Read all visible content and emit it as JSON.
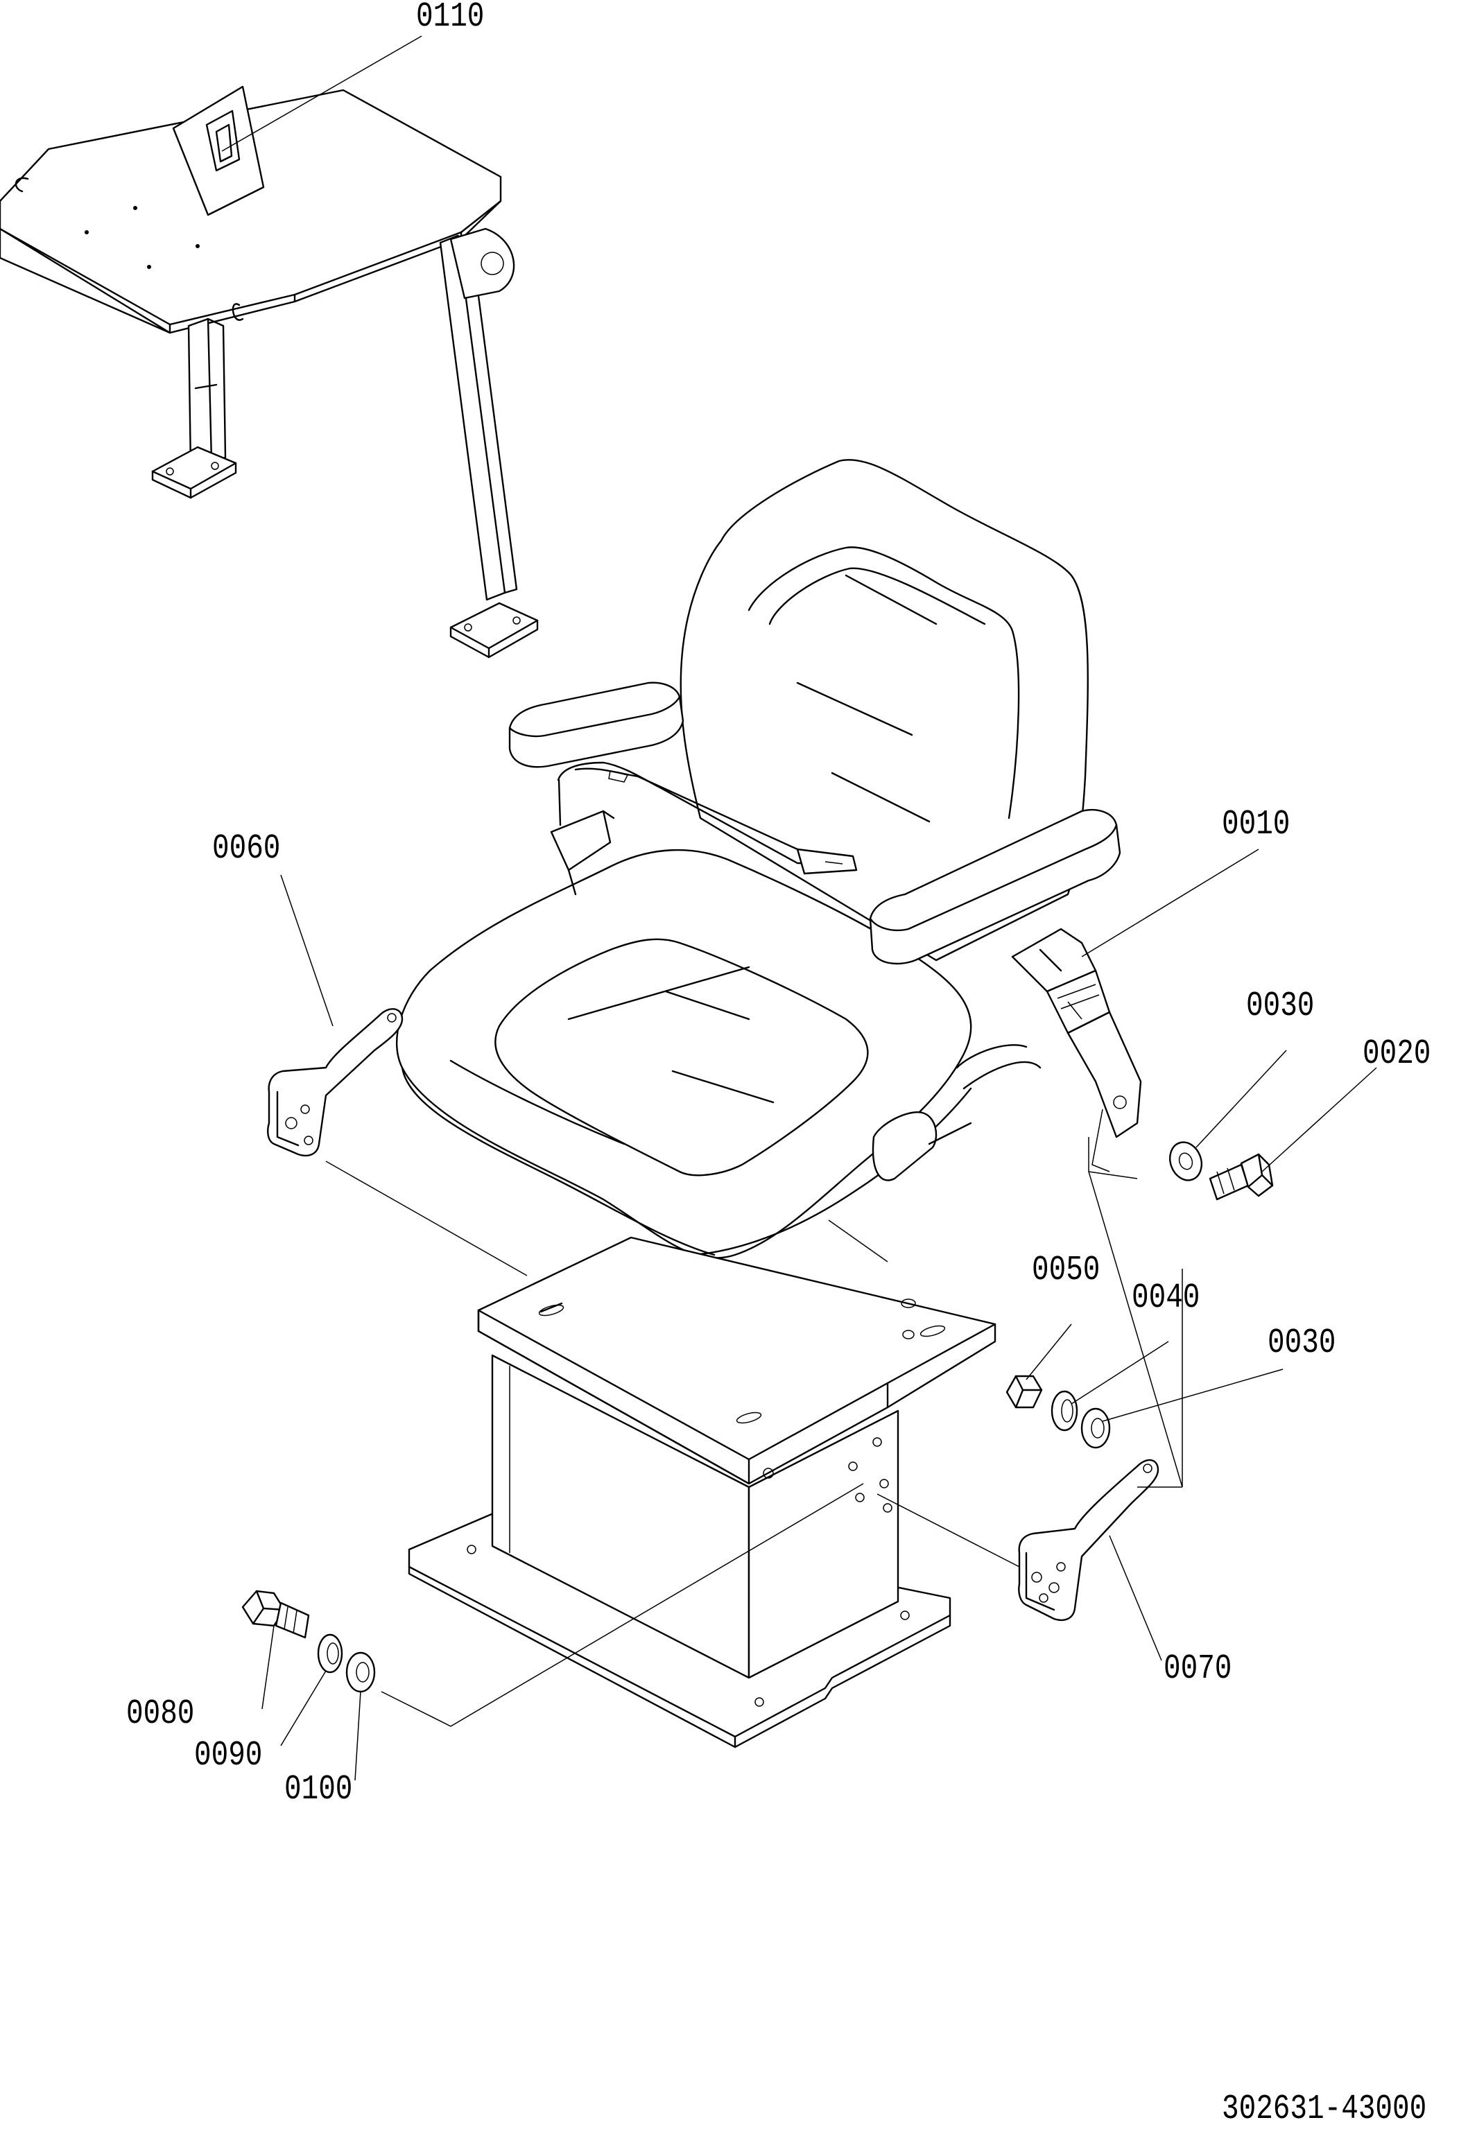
{
  "diagram": {
    "callouts": {
      "p0110": "0110",
      "p0060": "0060",
      "p0010": "0010",
      "p0030a": "0030",
      "p0020": "0020",
      "p0050": "0050",
      "p0040": "0040",
      "p0030b": "0030",
      "p0070": "0070",
      "p0080": "0080",
      "p0090": "0090",
      "p0100": "0100"
    },
    "document_number": "302631-43000"
  }
}
